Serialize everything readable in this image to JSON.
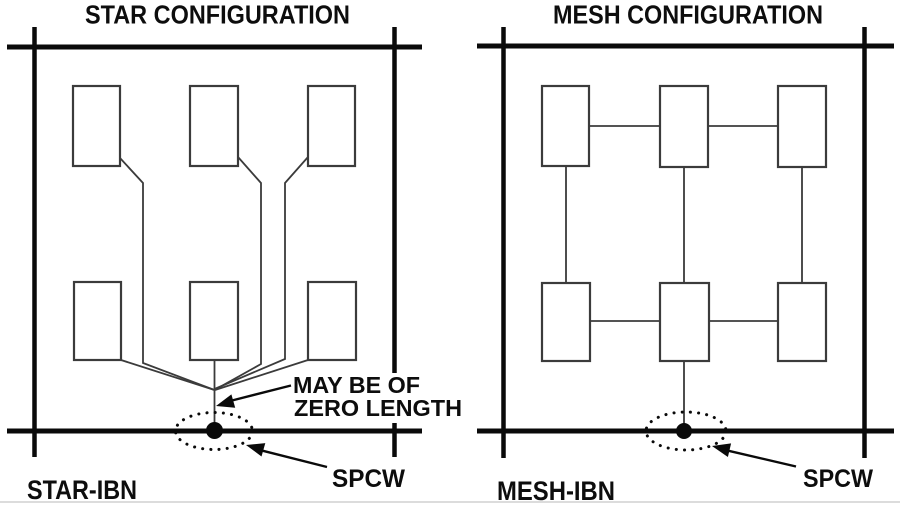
{
  "figure": {
    "background_color": "#ffffff",
    "ink_color": "#0a0a0a",
    "thin_line_color": "#3b3b3b",
    "bottom_rule_color": "#dcdcdc"
  },
  "star": {
    "title": "STAR CONFIGURATION",
    "network_label": "STAR-IBN",
    "spcw_label": "SPCW",
    "note": {
      "line1": "MAY BE OF",
      "line2": "ZERO LENGTH"
    }
  },
  "mesh": {
    "title": "MESH CONFIGURATION",
    "network_label": "MESH-IBN",
    "spcw_label": "SPCW"
  }
}
